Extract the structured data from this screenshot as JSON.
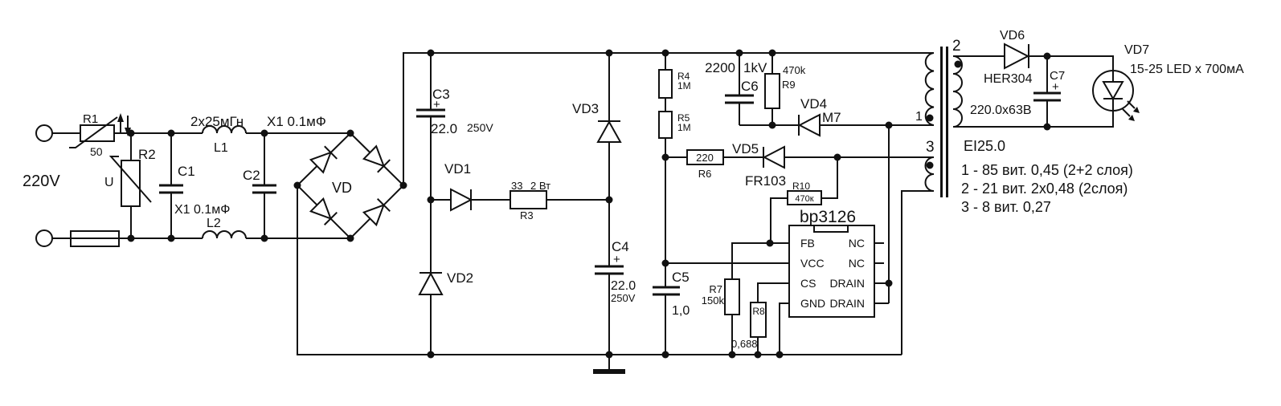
{
  "schematic": {
    "mains": {
      "voltage": "220V"
    },
    "components": {
      "R1": {
        "ref": "R1",
        "value": "50"
      },
      "R2": {
        "ref": "R2",
        "symbol": "U"
      },
      "C1": {
        "ref": "C1",
        "value": "X1 0.1мФ"
      },
      "C2": {
        "ref": "C2",
        "value": "X1 0.1мФ"
      },
      "L1": {
        "ref": "L1",
        "value": "2x25мГн"
      },
      "L2": {
        "ref": "L2"
      },
      "VD": {
        "ref": "VD"
      },
      "C3": {
        "ref": "C3",
        "polarity": "+",
        "value": "22.0",
        "voltage": "250V"
      },
      "VD1": {
        "ref": "VD1"
      },
      "R3": {
        "ref": "R3",
        "value": "33",
        "power": "2 Вт"
      },
      "VD2": {
        "ref": "VD2"
      },
      "VD3": {
        "ref": "VD3"
      },
      "C4": {
        "ref": "C4",
        "polarity": "+",
        "value": "22.0",
        "voltage": "250V"
      },
      "R4": {
        "ref": "R4",
        "value": "1M"
      },
      "R5": {
        "ref": "R5",
        "value": "1M"
      },
      "C6": {
        "ref": "C6",
        "value": "2200",
        "voltage": "1kV"
      },
      "R9": {
        "ref": "R9",
        "value": "470k"
      },
      "VD4": {
        "ref": "VD4",
        "part": "M7"
      },
      "R6": {
        "ref": "R6",
        "value": "220"
      },
      "VD5": {
        "ref": "VD5",
        "part": "FR103"
      },
      "R10": {
        "ref": "R10",
        "value": "470к"
      },
      "C5": {
        "ref": "C5",
        "value": "1,0"
      },
      "R7": {
        "ref": "R7",
        "value": "150k"
      },
      "R8": {
        "ref": "R8",
        "value": "0,688"
      },
      "IC1": {
        "ref": "bp3126",
        "pins_left": [
          "FB",
          "VCC",
          "CS",
          "GND"
        ],
        "pins_right": [
          "NC",
          "NC",
          "DRAIN",
          "DRAIN"
        ]
      },
      "VD6": {
        "ref": "VD6",
        "part": "HER304"
      },
      "C7": {
        "ref": "C7",
        "polarity": "+",
        "value": "220.0x63В"
      },
      "VD7": {
        "ref": "VD7",
        "value": "15-25 LED x 700мА"
      }
    },
    "transformer": {
      "core": "EI25.0",
      "pin1": "1",
      "pin2": "2",
      "pin3": "3",
      "windings": [
        "1 - 85 вит. 0,45 (2+2 слоя)",
        "2 - 21 вит. 2x0,48 (2слоя)",
        "3 - 8 вит. 0,27"
      ]
    }
  }
}
